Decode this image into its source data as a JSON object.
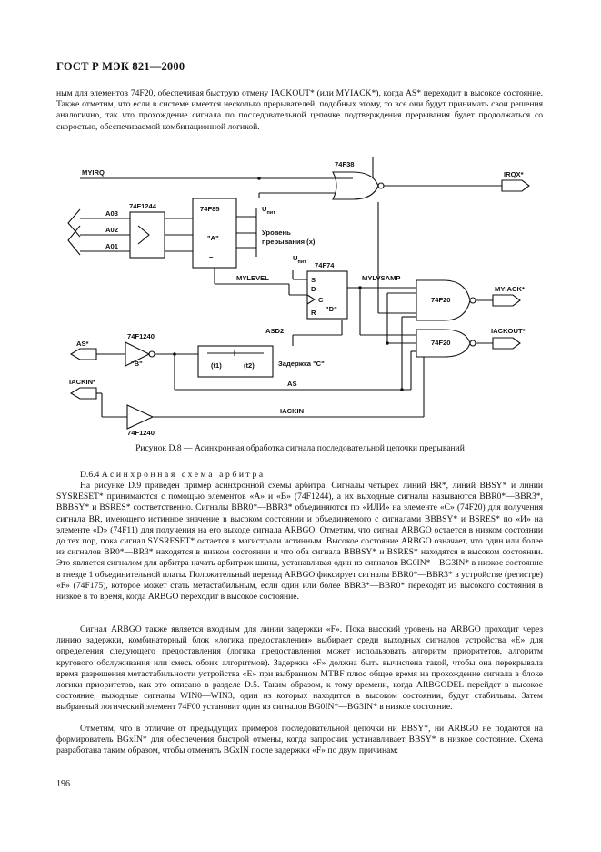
{
  "header": {
    "title": "ГОСТ Р МЭК 821—2000"
  },
  "intro_paragraph": "ным для элементов 74F20, обеспечивая быструю отмену IACKOUT* (или MYIACK*), когда AS* переходит в высокое состояние. Также отметим, что если в системе имеется несколько прерывателей, подобных этому, то все они будут принимать свои решения аналогично, так что прохождение сигнала по последовательной цепочке подтверждения прерывания будет продолжаться со скоростью, обеспечиваемой комбинационной логикой.",
  "figure": {
    "labels": {
      "myirq": "MYIRQ",
      "chip_74f38": "74F38",
      "irqx": "IRQX*",
      "chip_74f1244": "74F1244",
      "a03": "A03",
      "a02": "A02",
      "a01": "A01",
      "chip_74f85": "74F85",
      "block_a": "\"A\"",
      "eq": "=",
      "u_pit_1": "U",
      "u_pit_1_sub": "пит",
      "level_1": "Уровень",
      "level_2": "прерывания (x)",
      "u_pit_2": "U",
      "u_pit_2_sub": "пит",
      "chip_74f74": "74F74",
      "mylevel": "MYLEVEL",
      "pin_s": "S",
      "pin_d": "D",
      "pin_c": "C",
      "pin_r": "R",
      "block_d": "\"D\"",
      "mylvsamp": "MYLVSAMP",
      "chip_74f20_a": "74F20",
      "chip_74f20_b": "74F20",
      "myiack": "MYIACK*",
      "iackout": "IACKOUT*",
      "asd2": "ASD2",
      "chip_74f1240_top": "74F1240",
      "as_in": "AS*",
      "block_b": "\"B\"",
      "t1": "(t1)",
      "t2": "(t2)",
      "delay_c": "Задержка \"C\"",
      "as": "AS",
      "iackin_in": "IACKIN*",
      "iackin": "IACKIN",
      "chip_74f1240_bot": "74F1240"
    },
    "caption": "Рисунок D.8 — Асинхронная обработка сигнала последовательной цепочки прерываний"
  },
  "section": {
    "number": "D.6.4",
    "title": "Асинхронная схема арбитра"
  },
  "paragraphs": [
    "На рисунке D.9 приведен пример асинхронной схемы арбитра. Сигналы четырех линий BR*, линий BBSY* и линии SYSRESET* принимаются с помощью элементов «A» и «B» (74F1244), а их выходные сигналы называются BBR0*—BBR3*, BBBSY* и BSRES* соответственно. Сигналы BBR0*—BBR3* объединяются по «ИЛИ» на элементе «C» (74F20) для получения сигнала BR, имеющего истинное значение в высоком состоянии и объединяемого с сигналами BBBSY* и BSRES* по «И» на элементе «D» (74F11) для получения на его выходе сигнала ARBGO. Отметим, что сигнал ARBGO остается в низком состоянии до тех пор, пока сигнал SYSRESET* остается в магистрали истинным. Высокое состояние ARBGO означает, что один или более из сигналов BR0*—BR3* находятся в низком состоянии и что оба сигнала BBBSY* и BSRES* находятся в высоком состоянии. Это является сигналом для арбитра начать арбитраж шины, устанавливая один из сигналов BG0IN*—BG3IN* в низкое состояние в гнезде 1 объединительной платы. Положительный перепад ARBGO фиксирует сигналы BBR0*—BBR3* в устройстве (регистре) «F» (74F175), которое может стать метастабильным, если один или более BBR3*—BBR0* переходят из высокого состояния в низкое в то время, когда ARBGO переходит в высокое состояние.",
    "Сигнал ARBGO также является входным для линии задержки «F». Пока высокий уровень на ARBGO проходит через линию задержки, комбинаторный блок «логика предоставления» выбирает среди выходных сигналов устройства «E» для определения следующего предоставления (логика предоставления может использовать алгоритм приоритетов, алгоритм кругового обслуживания или смесь обоих алгоритмов). Задержка «F» должна быть вычислена такой, чтобы она перекрывала время разрешения метастабильности устройства «E» при выбранном MTBF плюс общее время на прохождение сигнала в блоке логики приоритетов, как это описано в разделе D.5. Таким образом, к тому времени, когда ARBGODEL перейдет в высокое состояние, выходные сигналы WIN0—WIN3, один из которых находится в высоком состоянии, будут стабильны. Затем выбранный логический элемент 74F00 установит один из сигналов BG0IN*—BG3IN* в низкое состояние.",
    "Отметим, что в отличие от предыдущих примеров последовательной цепочки ни BBSY*, ни ARBGO не подаются на формирователь BGxIN* для обеспечения быстрой отмены, когда запросчик устанавливает BBSY* в низкое состояние. Схема разработана таким образом, чтобы отменять BGxIN после задержки «F» по двум причинам:"
  ],
  "page_number": "196"
}
